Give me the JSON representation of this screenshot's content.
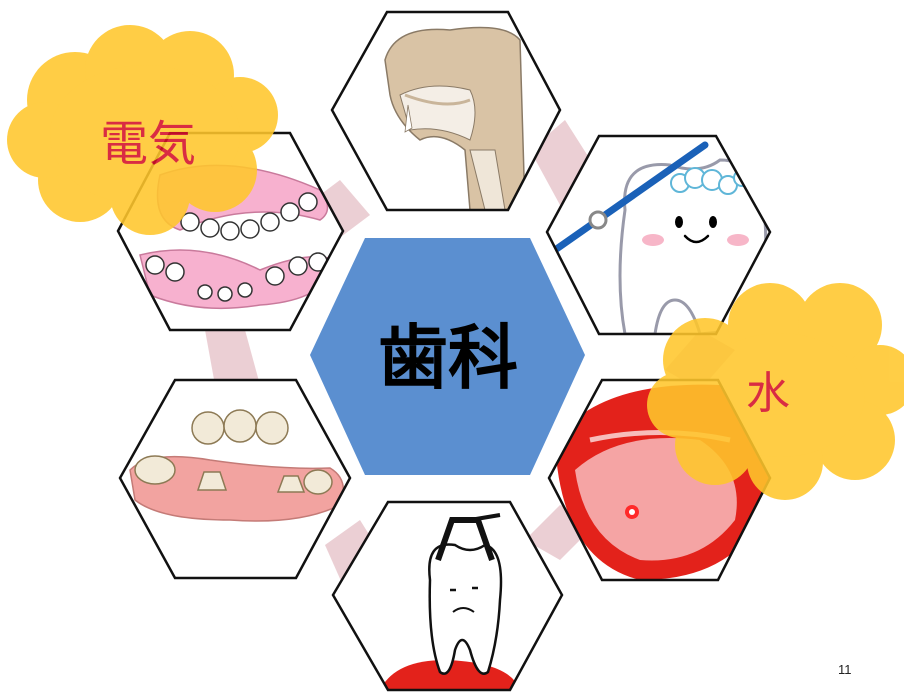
{
  "center": {
    "label": "歯科",
    "color": "#5b8fd0"
  },
  "clouds": [
    {
      "label": "電気"
    },
    {
      "label": "水"
    }
  ],
  "slide": {
    "page_number": "11"
  },
  "colors": {
    "cloud_fill": "#ffc72c",
    "cloud_text": "#d4102a",
    "connector": "#e7c7cc",
    "hex_stroke": "#111111"
  },
  "tiles": [
    {
      "icon": "throat-anatomy-icon"
    },
    {
      "icon": "toothbrush-tooth-icon"
    },
    {
      "icon": "mouth-ulcer-icon"
    },
    {
      "icon": "tooth-extraction-icon"
    },
    {
      "icon": "dental-crowns-icon"
    },
    {
      "icon": "dentures-icon"
    }
  ]
}
